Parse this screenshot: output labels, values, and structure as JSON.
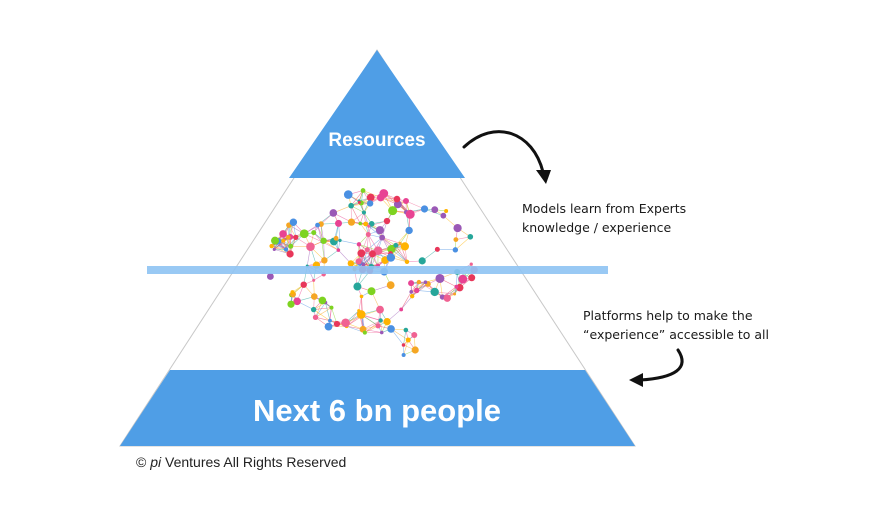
{
  "pyramid": {
    "top_label": "Resources",
    "bottom_label": "Next 6 bn people",
    "fill_color": "#4f9ee6",
    "band_color": "#8ec3f3",
    "outline_color": "#c8c8c8"
  },
  "annotations": {
    "top": "Models learn from Experts\nknowledge / experience",
    "bottom": "Platforms help to make the\n“experience” accessible to all"
  },
  "copyright": {
    "symbol": "©",
    "brand": "pi",
    "rest": "Ventures  All Rights Reserved"
  },
  "brain": {
    "icon": "neural-network-brain-icon",
    "node_colors": [
      "#e8375a",
      "#f5a623",
      "#4a90e2",
      "#7ed321",
      "#9b59b6",
      "#e84393",
      "#26a69a",
      "#f06292",
      "#ffb300"
    ]
  }
}
